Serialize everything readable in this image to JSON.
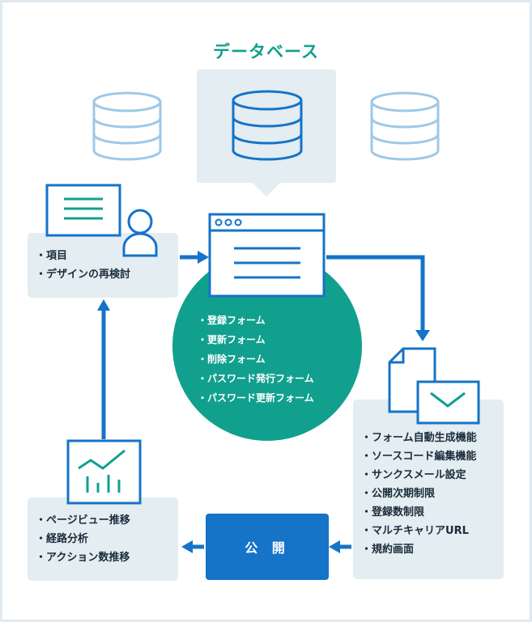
{
  "title": "データベース",
  "input_panel": {
    "items": [
      "項目",
      "デザインの再検討"
    ]
  },
  "forms": {
    "items": [
      "登録フォーム",
      "更新フォーム",
      "削除フォーム",
      "パスワード発行フォーム",
      "パスワード更新フォーム"
    ]
  },
  "features": {
    "items": [
      "フォーム自動生成機能",
      "ソースコード編集機能",
      "サンクスメール設定",
      "公開次期制限",
      "登録数制限",
      "マルチキャリアURL",
      "規約画面"
    ]
  },
  "publish": {
    "label": "公 開"
  },
  "analytics": {
    "items": [
      "ページビュー推移",
      "経路分析",
      "アクション数推移"
    ]
  },
  "colors": {
    "blue": "#1573c8",
    "teal": "#11a08e",
    "light_blue": "#9dc8e8",
    "panel": "#e3edf2",
    "title": "#0fa08c"
  }
}
